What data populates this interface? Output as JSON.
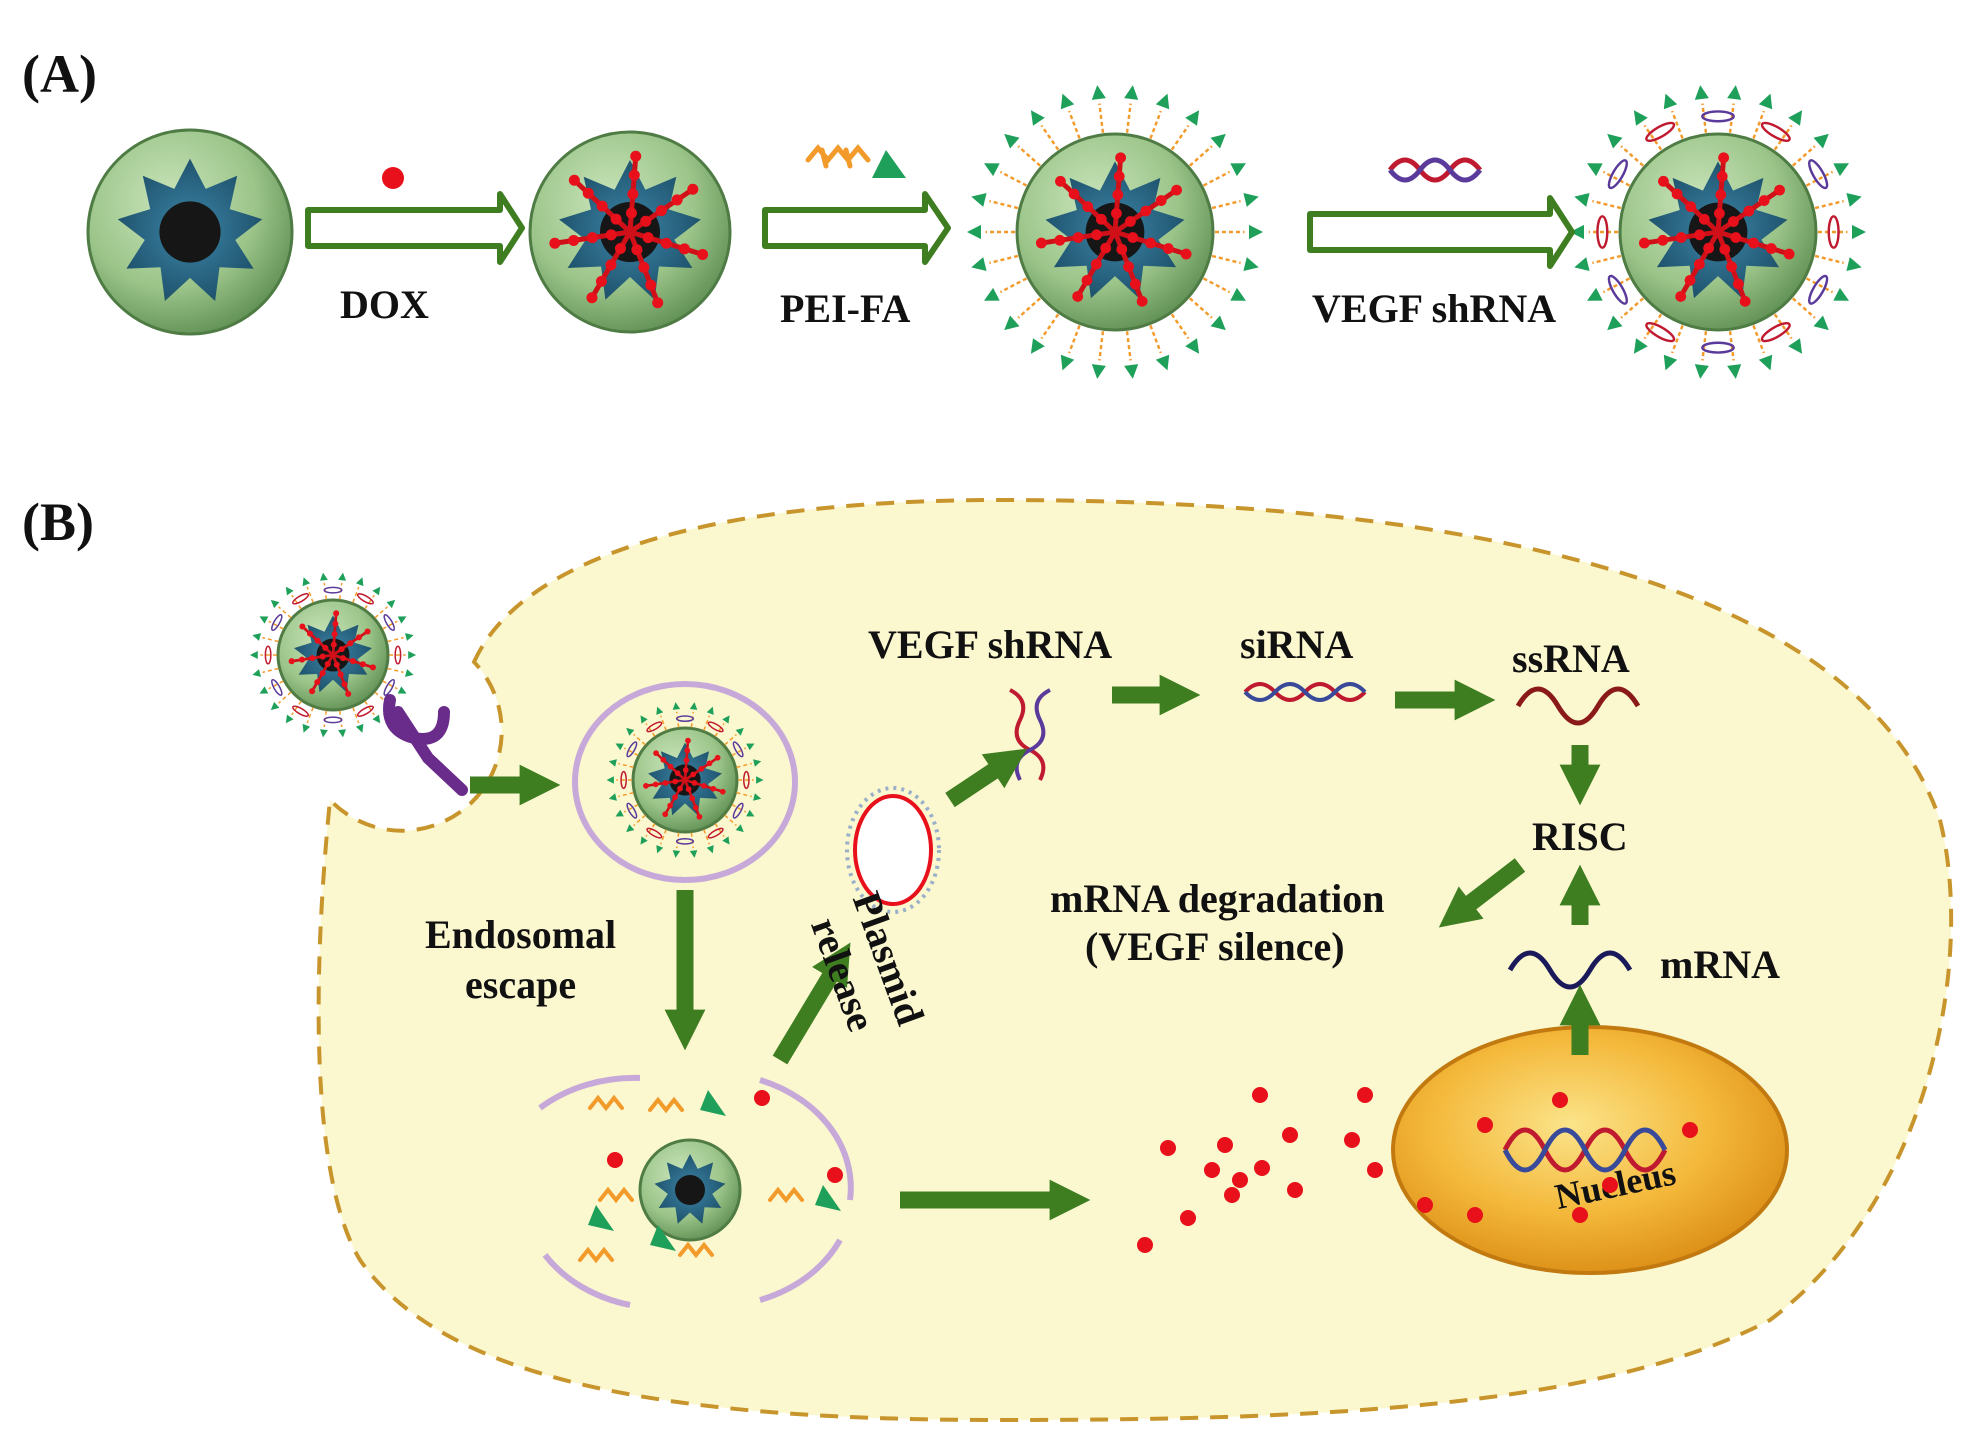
{
  "panels": {
    "a": "(A)",
    "b": "(B)"
  },
  "synthesis_steps": {
    "dox": "DOX",
    "pei_fa": "PEI-FA",
    "shrna": "VEGF shRNA"
  },
  "pathway": {
    "endosomal_escape": [
      "Endosomal",
      "escape"
    ],
    "plasmid_release": [
      "Plasmid",
      "release"
    ],
    "shrna": "VEGF shRNA",
    "sirna": "siRNA",
    "ssrna": "ssRNA",
    "risc": "RISC",
    "mrna": "mRNA",
    "degradation": [
      "mRNA degradation",
      "(VEGF silence)"
    ],
    "nucleus": "Nucleus"
  },
  "colors": {
    "arrow_green": "#3f7d21",
    "shell_green": "#9cc58a",
    "core_blue": "#235f7e",
    "dox_red": "#e8101a",
    "pei_orange": "#f29a2a",
    "fa_green": "#1fa05a",
    "cell_fill": "#fbf7cf",
    "cell_border": "#c8952c",
    "membrane_purple": "#c7a9d9",
    "nucleus_orange": "#f2a81f"
  }
}
